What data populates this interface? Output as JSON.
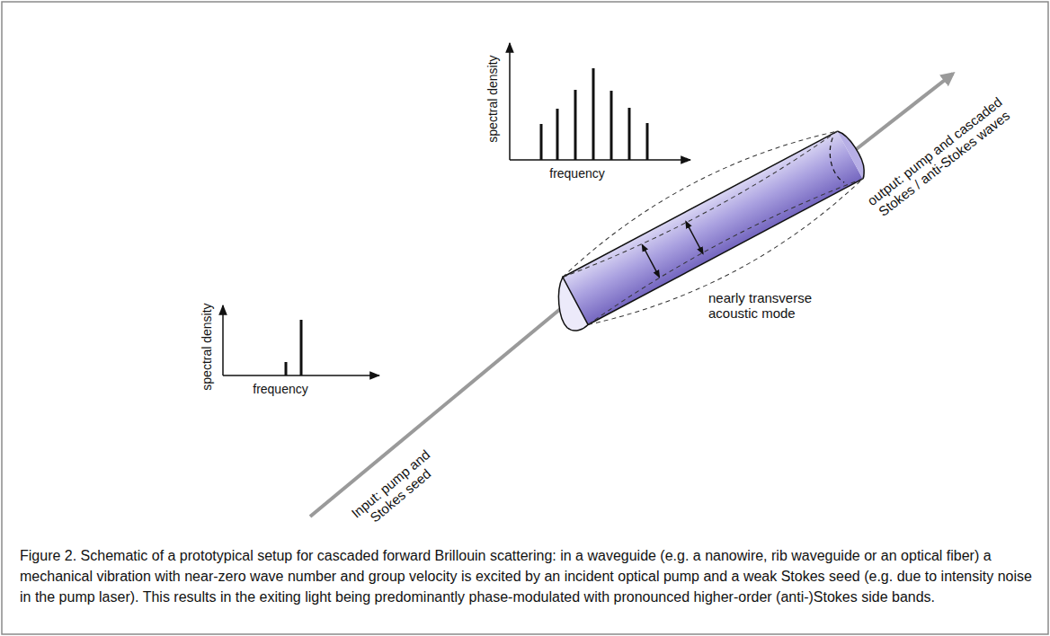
{
  "diagram": {
    "caption": "Figure 2. Schematic of a prototypical setup for cascaded forward Brillouin scattering: in a waveguide (e.g. a nanowire, rib waveguide or an optical fiber) a mechanical vibration with near-zero wave number and group velocity is excited by an incident optical pump and a weak Stokes seed (e.g. due to intensity noise in the pump laser). This results in the exiting light being predominantly phase-modulated with pronounced higher-order (anti-)Stokes side bands.",
    "labels": [
      "spectral density",
      "frequency",
      "spectral density",
      "frequency",
      "Input: pump and Stokes seed",
      "nearly transverse acoustic mode",
      "output: pump and cascaded Stokes / anti-Stokes waves"
    ]
  }
}
